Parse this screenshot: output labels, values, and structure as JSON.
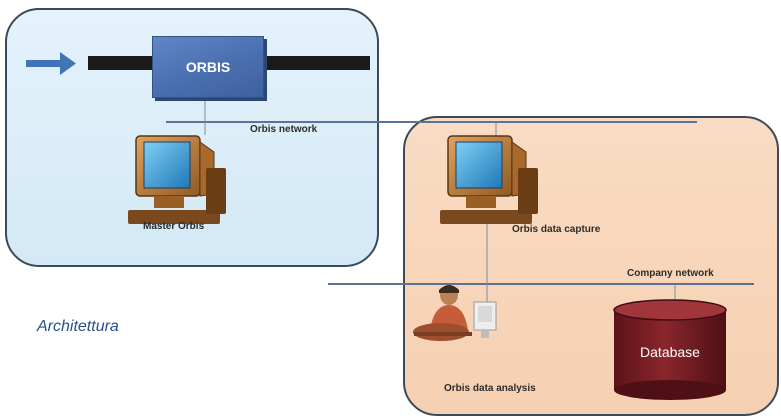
{
  "orbis_box_label": "ORBIS",
  "labels": {
    "orbis_network": "Orbis network",
    "master_orbis": "Master Orbis",
    "data_capture": "Orbis data capture",
    "company_network": "Company network",
    "data_analysis": "Orbis data analysis",
    "database": "Database",
    "caption": "Architettura"
  },
  "icons": [
    "arrow-right-icon",
    "computer-icon",
    "person-at-desk-icon",
    "database-icon"
  ],
  "colors": {
    "left_panel": "#d8ecf8",
    "right_panel": "#f8d6bb",
    "orbis_box": "#4f74b6",
    "network_line": "#5b7396",
    "database": "#7a1f24",
    "caption": "#2a4d8f"
  }
}
